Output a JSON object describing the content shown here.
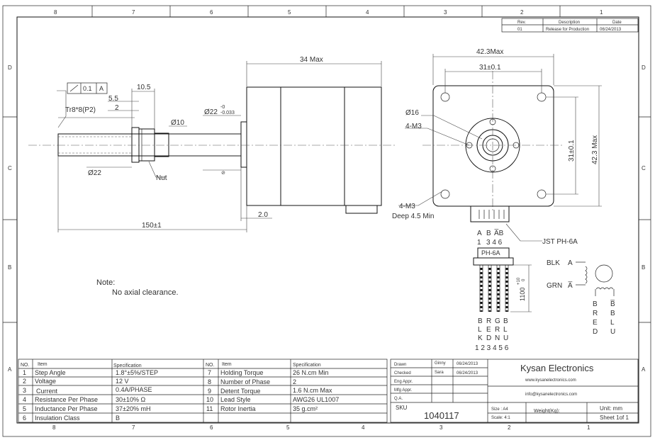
{
  "border": {
    "top_zones": [
      "8",
      "7",
      "6",
      "5",
      "4",
      "3",
      "2",
      "1"
    ],
    "bottom_zones": [
      "8",
      "7",
      "6",
      "5",
      "4",
      "3",
      "2",
      "1"
    ],
    "side_zones": [
      "D",
      "C",
      "B",
      "A"
    ]
  },
  "revision_table": {
    "headers": [
      "Rev.",
      "Description",
      "Date"
    ],
    "rows": [
      [
        "01",
        "Release for Production",
        "06/24/2013"
      ]
    ]
  },
  "dimensions": {
    "length_max": "34 Max",
    "d_10_5": "10.5",
    "d_5_5": "5.5",
    "d_2": "2",
    "thread": "Tr8*8(P2)",
    "runout_value": "0.1",
    "runout_datum": "A",
    "dia_10": "Ø10",
    "dia_22": "Ø22",
    "dia_22_tol_base": "Ø22",
    "dia_22_tol_upper": "-0",
    "dia_22_tol_lower": "-0.033",
    "nut": "Nut",
    "d_2_0": "2.0",
    "d_150": "150±1",
    "width_max": "42.3Max",
    "hole_spacing": "31±0.1",
    "height_spacing": "31±0.1",
    "height_max": "42.3 Max",
    "dia_16": "Ø16",
    "m3_front": "4-M3",
    "m3_rear": "4-M3",
    "m3_rear_depth": "Deep 4.5 Min",
    "connector_label": "JST PH-6A",
    "connector_small": "PH-6A",
    "lead_length": "1100",
    "lead_tol_upper": "+10",
    "lead_tol_lower": "0",
    "pin_row1": [
      "A",
      "B",
      "A̅B"
    ],
    "pin_row2": [
      "1",
      "3 4 6"
    ]
  },
  "wiring": {
    "blk": "BLK",
    "a": "A",
    "grn": "GRN",
    "a_bar": "A̅",
    "coil_b_left": [
      "B",
      "R",
      "E",
      "D"
    ],
    "coil_b_right": [
      "B̅",
      "B",
      "L",
      "U"
    ],
    "wire_cols": [
      [
        "B",
        "L",
        "K",
        "1"
      ],
      [
        "R",
        "E",
        "D",
        "2"
      ],
      [
        "G",
        "R",
        "N",
        "3"
      ],
      [
        "B",
        "L",
        "U",
        "4"
      ]
    ],
    "wire_pins_tail": "5 6",
    "wire_pins_row": "1 2 3 4 5 6"
  },
  "notes": {
    "title": "Note:",
    "text": "No axial clearance."
  },
  "spec_table": {
    "headers": [
      "NO.",
      "Item",
      "Specification",
      "NO.",
      "Item",
      "Specification"
    ],
    "rows": [
      [
        "1",
        "Step Angle",
        "1.8°±5%/STEP",
        "7",
        "Holding Torque",
        "26 N.cm Min"
      ],
      [
        "2",
        "Voltage",
        "12 V",
        "8",
        "Number of Phase",
        "2"
      ],
      [
        "3",
        "Current",
        "0.4A/PHASE",
        "9",
        "Detent Torque",
        "1.6  N.cm Max"
      ],
      [
        "4",
        "Resistance Per Phase",
        "30±10% Ω",
        "10",
        "Lead Style",
        "AWG26 UL1007"
      ],
      [
        "5",
        "Inductance Per Phase",
        "37±20% mH",
        "11",
        "Rotor Inertia",
        "35 g.cm²"
      ],
      [
        "6",
        "Insulation Class",
        "B",
        "",
        "",
        ""
      ]
    ]
  },
  "title_block": {
    "roles": [
      {
        "role": "Drawn",
        "name": "Ginny",
        "date": "06/24/2013"
      },
      {
        "role": "Checked",
        "name": "Sara",
        "date": "06/24/2013"
      },
      {
        "role": "Eng Appr.",
        "name": "",
        "date": ""
      },
      {
        "role": "Mfg Appr.",
        "name": "",
        "date": ""
      },
      {
        "role": "Q.A.",
        "name": "",
        "date": ""
      }
    ],
    "company": "Kysan Electronics",
    "website": "www.kysanelectronics.com",
    "email": "info@kysanelectronics.com",
    "sku_label": "SKU",
    "sku": "1040117",
    "size": "Size : A4",
    "scale": "Scale: 4:1",
    "weight": "Weight(Kg):",
    "unit": "Unit: mm",
    "sheet": "Sheet 1of 1"
  }
}
